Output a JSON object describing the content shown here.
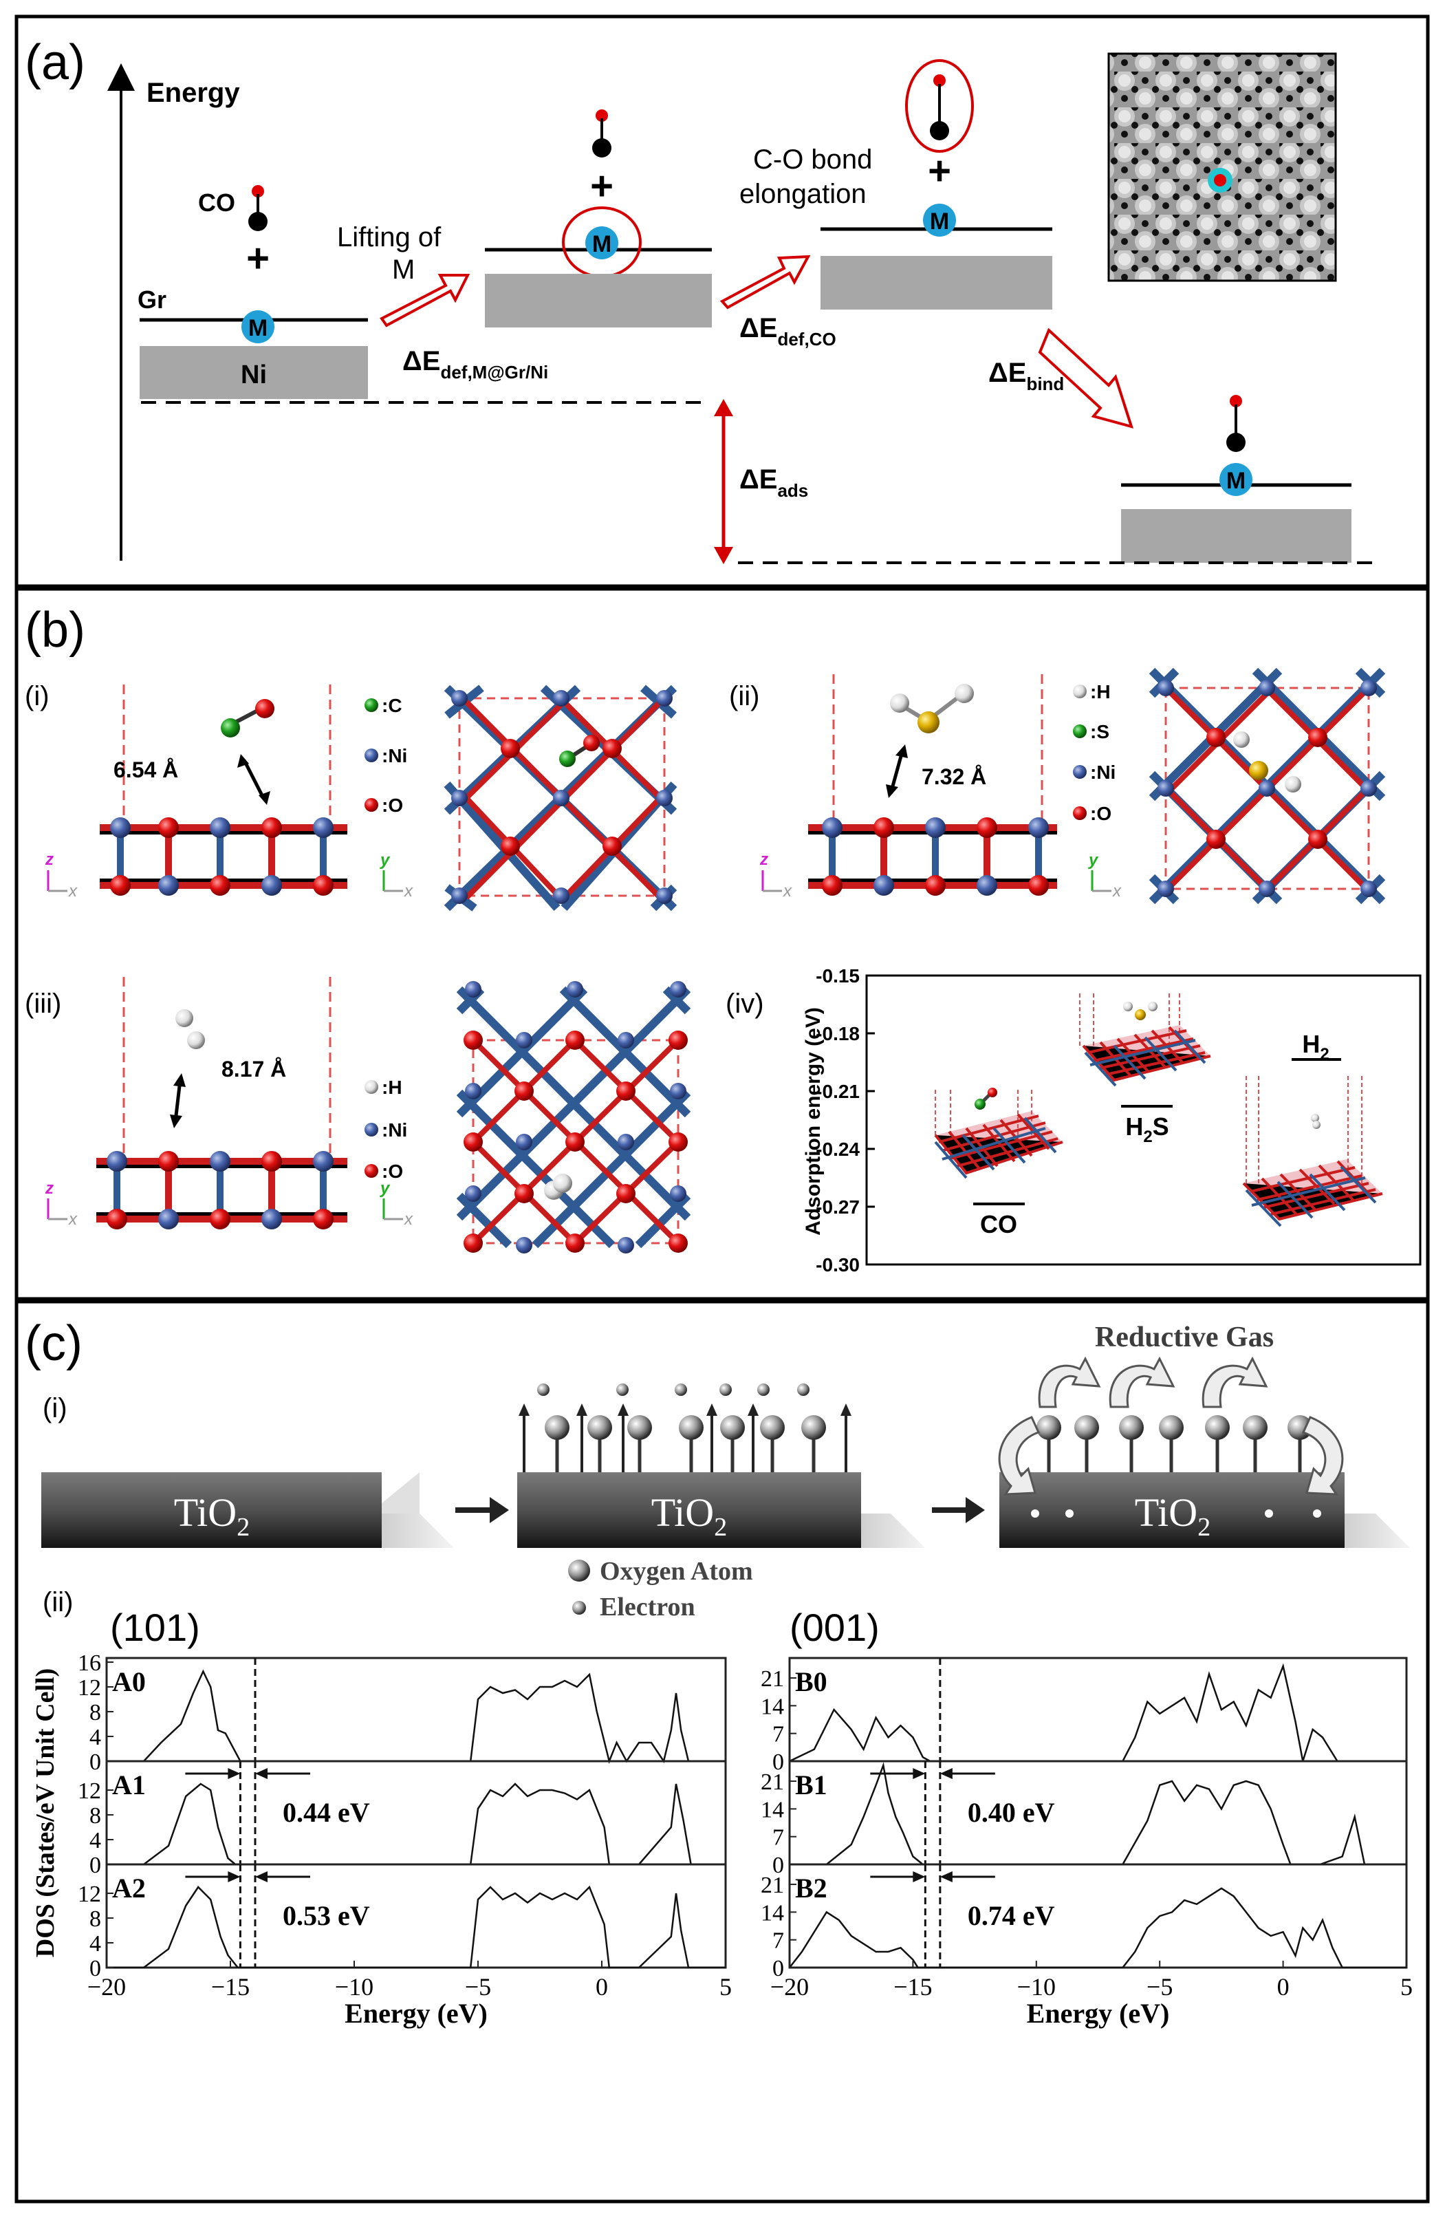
{
  "panels": {
    "a": {
      "label": "(a)",
      "energy_axis": "Energy",
      "co": "CO",
      "gr": "Gr",
      "ni": "Ni",
      "metal": "M",
      "plus": "+",
      "lifting": [
        "Lifting of",
        "M"
      ],
      "elongation": [
        "C-O bond",
        "elongation"
      ],
      "de_def_m": {
        "main": "ΔE",
        "sub": "def,M@Gr/Ni"
      },
      "de_def_co": {
        "main": "ΔE",
        "sub": "def,CO"
      },
      "de_bind": {
        "main": "ΔE",
        "sub": "bind"
      },
      "de_ads": {
        "main": "ΔE",
        "sub": "ads"
      }
    },
    "b": {
      "label": "(b)",
      "sub_i": "(i)",
      "sub_ii": "(ii)",
      "sub_iii": "(iii)",
      "sub_iv": "(iv)",
      "dist_i": "6.54 Å",
      "dist_ii": "7.32 Å",
      "dist_iii": "8.17 Å",
      "legend_i": [
        ":C",
        ":Ni",
        ":O"
      ],
      "legend_ii": [
        ":H",
        ":S",
        ":Ni",
        ":O"
      ],
      "legend_iii": [
        ":H",
        ":Ni",
        ":O"
      ],
      "axis_z": "z",
      "axis_y": "y",
      "axis_x": "x",
      "adsorption_chart": {
        "ylabel": "Adsorption energy (eV)",
        "yticks": [
          "-0.15",
          "-0.18",
          "-0.21",
          "-0.24",
          "-0.27",
          "-0.30"
        ],
        "labels": {
          "co": "CO",
          "h2s_main": "H",
          "h2s_sub": "2",
          "h2s_end": "S",
          "h2_main": "H",
          "h2_sub": "2"
        }
      }
    },
    "c": {
      "label": "(c)",
      "sub_i": "(i)",
      "sub_ii": "(ii)",
      "tio2_main": "TiO",
      "tio2_sub": "2",
      "reductive_gas": "Reductive Gas",
      "legend_oxygen": "Oxygen Atom",
      "legend_electron": "Electron"
    }
  },
  "chart_data": [
    {
      "type": "line",
      "title": "(101)",
      "xlabel": "Energy (eV)",
      "ylabel": "DOS (States/eV Unit Cell)",
      "xlim": [
        -20,
        5
      ],
      "xticks": [
        "−20",
        "−15",
        "−10",
        "−5",
        "0",
        "5"
      ],
      "series": [
        {
          "name": "A0",
          "ylim": [
            0,
            16
          ],
          "yticks": [
            "16",
            "12",
            "8",
            "4",
            "0"
          ],
          "x": [
            -20,
            -18.5,
            -17.8,
            -17,
            -16.5,
            -16.1,
            -15.8,
            -15.5,
            -15.2,
            -14.8,
            -14.6,
            -14.4,
            -10,
            -5.3,
            -5,
            -4.5,
            -4,
            -3.5,
            -3,
            -2.5,
            -2,
            -1.5,
            -1,
            -0.5,
            -0.2,
            0.3,
            0.6,
            1,
            1.5,
            2,
            2.5,
            2.8,
            3,
            3.2,
            3.5,
            5
          ],
          "y": [
            0,
            0,
            3,
            6,
            11,
            14.5,
            12,
            5,
            4.5,
            1.5,
            0,
            0,
            0,
            0,
            10,
            12,
            11,
            11.5,
            10,
            12,
            12,
            13,
            12,
            14,
            8,
            0,
            3,
            0,
            3,
            3,
            0,
            5,
            11,
            5,
            0,
            0
          ]
        },
        {
          "name": "A1",
          "ylim": [
            0,
            16
          ],
          "yticks": [
            "12",
            "8",
            "4",
            "0"
          ],
          "annotation": "0.44 eV",
          "x": [
            -20,
            -18.5,
            -17.5,
            -16.8,
            -16.2,
            -15.8,
            -15.5,
            -15.1,
            -14.8,
            -10,
            -5.3,
            -5,
            -4.5,
            -4,
            -3.5,
            -3,
            -2.5,
            -2,
            -1.5,
            -1,
            -0.5,
            0.1,
            0.3,
            1.5,
            2.8,
            3,
            3.3,
            3.6,
            5
          ],
          "y": [
            0,
            0,
            3,
            11,
            13,
            12,
            6,
            1,
            0,
            0,
            0,
            9,
            12,
            11,
            13,
            11,
            12,
            12,
            11.5,
            10.5,
            12,
            6,
            0,
            0,
            6,
            13,
            7,
            0,
            0
          ]
        },
        {
          "name": "A2",
          "ylim": [
            0,
            16
          ],
          "yticks": [
            "12",
            "8",
            "4",
            "0"
          ],
          "annotation": "0.53 eV",
          "x": [
            -20,
            -18.5,
            -17.5,
            -16.8,
            -16.3,
            -15.8,
            -15.4,
            -15.1,
            -14.7,
            -10,
            -5.3,
            -5,
            -4.5,
            -4,
            -3.5,
            -3,
            -2.5,
            -2,
            -1.5,
            -1,
            -0.5,
            0.1,
            0.3,
            1.5,
            2.8,
            3,
            3.2,
            3.5,
            5
          ],
          "y": [
            0,
            0,
            3,
            10,
            13,
            11,
            5,
            2,
            0,
            0,
            0,
            11,
            13,
            11,
            12,
            10.5,
            12,
            11,
            12,
            11,
            13,
            7,
            0,
            0,
            5,
            12,
            6,
            0,
            0
          ]
        }
      ]
    },
    {
      "type": "line",
      "title": "(001)",
      "xlabel": "Energy (eV)",
      "ylabel": "",
      "xlim": [
        -20,
        5
      ],
      "xticks": [
        "−20",
        "−15",
        "−10",
        "−5",
        "0",
        "5"
      ],
      "series": [
        {
          "name": "B0",
          "ylim": [
            0,
            25
          ],
          "yticks": [
            "21",
            "14",
            "7",
            "0"
          ],
          "x": [
            -20,
            -19,
            -18.2,
            -17.5,
            -17,
            -16.5,
            -16,
            -15.5,
            -15,
            -14.6,
            -14.3,
            -10,
            -6.5,
            -6,
            -5.5,
            -5,
            -4.5,
            -4,
            -3.5,
            -3,
            -2.5,
            -2,
            -1.5,
            -1,
            -0.5,
            0,
            0.5,
            0.8,
            1.2,
            1.6,
            2.2,
            5
          ],
          "y": [
            0,
            3,
            13,
            8,
            3,
            11,
            6,
            9,
            6,
            1,
            0,
            0,
            0,
            6,
            15,
            12,
            14,
            16,
            10,
            22,
            13,
            15,
            9,
            18,
            16,
            24,
            10,
            0,
            8,
            6,
            0,
            0
          ]
        },
        {
          "name": "B1",
          "ylim": [
            0,
            25
          ],
          "yticks": [
            "21",
            "14",
            "7",
            "0"
          ],
          "annotation": "0.40 eV",
          "x": [
            -20,
            -18.5,
            -17.5,
            -17,
            -16.5,
            -16.2,
            -16,
            -15.7,
            -15.4,
            -15,
            -14.6,
            -10,
            -6.5,
            -5.5,
            -5,
            -4.5,
            -4,
            -3.5,
            -3,
            -2.5,
            -2,
            -1.5,
            -1,
            -0.5,
            0,
            0.3,
            1.5,
            2.4,
            2.9,
            3.3,
            5
          ],
          "y": [
            0,
            0,
            5,
            12,
            20,
            25,
            18,
            12,
            8,
            2,
            0,
            0,
            0,
            11,
            20,
            21,
            16,
            20,
            19,
            14,
            20,
            21,
            20,
            14,
            5,
            0,
            0,
            2,
            12,
            0,
            0
          ]
        },
        {
          "name": "B2",
          "ylim": [
            0,
            25
          ],
          "yticks": [
            "21",
            "14",
            "7",
            "0"
          ],
          "annotation": "0.74 eV",
          "x": [
            -20,
            -19.5,
            -18.5,
            -18,
            -17.5,
            -17,
            -16.5,
            -16,
            -15.5,
            -15,
            -14.8,
            -10,
            -6.5,
            -6,
            -5.5,
            -5,
            -4.5,
            -4,
            -3.5,
            -3,
            -2.5,
            -2,
            -1.5,
            -1,
            -0.5,
            0,
            0.5,
            0.8,
            1.2,
            1.6,
            2,
            2.4,
            5
          ],
          "y": [
            0,
            4,
            14,
            12,
            8,
            6,
            4,
            4,
            5,
            2,
            0,
            0,
            0,
            4,
            10,
            13,
            14,
            17,
            16,
            18,
            20,
            18,
            14,
            10,
            8,
            9,
            3,
            10,
            7,
            12,
            5,
            0,
            0
          ]
        }
      ]
    }
  ]
}
